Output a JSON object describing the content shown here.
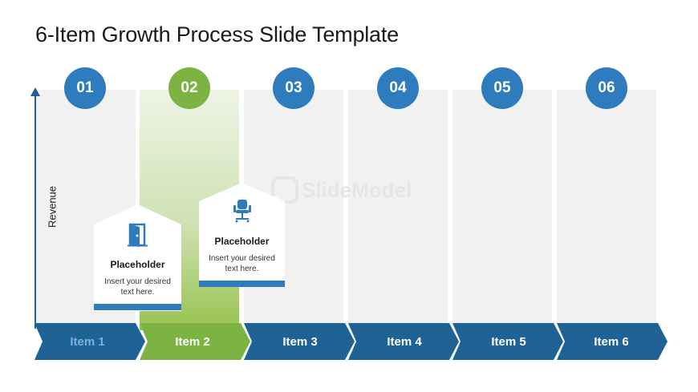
{
  "slide": {
    "title": "6-Item Growth Process Slide Template",
    "axis_label": "Revenue",
    "watermark": "SlideModel",
    "colors": {
      "blue": "#2e7bbd",
      "dark_blue": "#1e6296",
      "green": "#7cb342",
      "column_bg": "#f1f1f2"
    }
  },
  "steps": [
    {
      "number": "01",
      "item": "Item 1"
    },
    {
      "number": "02",
      "item": "Item 2"
    },
    {
      "number": "03",
      "item": "Item 3"
    },
    {
      "number": "04",
      "item": "Item 4"
    },
    {
      "number": "05",
      "item": "Item 5"
    },
    {
      "number": "06",
      "item": "Item 6"
    }
  ],
  "cards": [
    {
      "icon": "door-icon",
      "title": "Placeholder",
      "desc_line1": "Insert your desired",
      "desc_line2": "text here."
    },
    {
      "icon": "office-chair-icon",
      "title": "Placeholder",
      "desc_line1": "Insert your desired",
      "desc_line2": "text here."
    }
  ]
}
